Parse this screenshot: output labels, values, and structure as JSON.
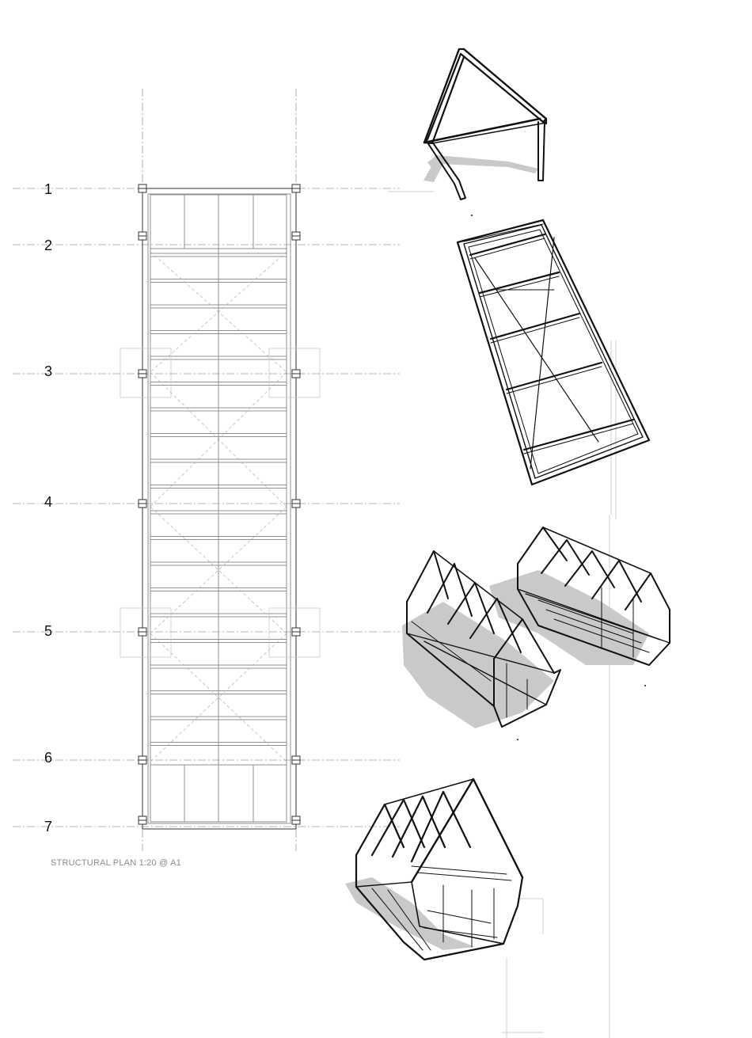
{
  "plan": {
    "grid_labels": [
      "1",
      "2",
      "3",
      "4",
      "5",
      "6",
      "7"
    ],
    "caption": "STRUCTURAL PLAN 1:20 @ A1"
  },
  "views": [
    {
      "name": "portal-frame-isometric"
    },
    {
      "name": "floor-frame-isometric"
    },
    {
      "name": "module-pair-isometric"
    },
    {
      "name": "assembled-module-isometric"
    }
  ],
  "colors": {
    "line": "#111111",
    "shadow": "#c9c9c9",
    "grid": "#9a9a9a"
  }
}
